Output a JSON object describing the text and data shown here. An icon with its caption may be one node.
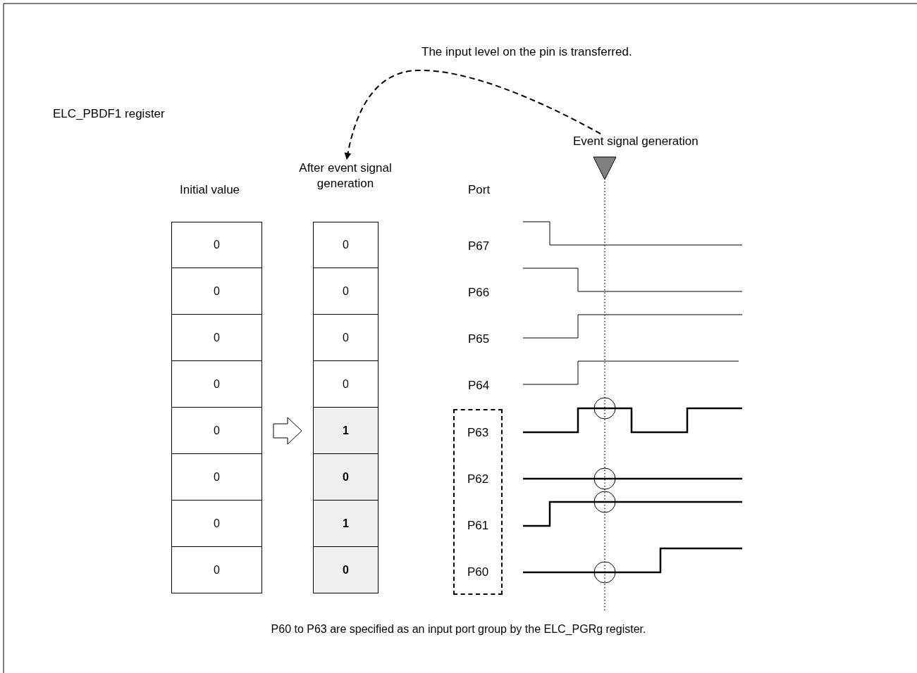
{
  "diagram": {
    "caption": "P60 to P63 are specified as an input port group by the ELC_PGRg register.",
    "nodes": [
      {
        "text": [
          "0"
        ]
      },
      {
        "text": [
          "0"
        ]
      },
      {
        "text": [
          "0"
        ]
      },
      {
        "text": [
          "0"
        ]
      },
      {
        "text": [
          "0"
        ]
      },
      {
        "text": [
          "0"
        ]
      },
      {
        "text": [
          "0"
        ]
      },
      {
        "text": [
          "0"
        ]
      },
      {
        "text": [
          "0"
        ]
      },
      {
        "text": [
          "0"
        ]
      },
      {
        "text": [
          "0"
        ]
      },
      {
        "text": [
          "0"
        ]
      },
      {
        "text": [
          "1"
        ]
      },
      {
        "text": [
          "0"
        ]
      },
      {
        "text": [
          "1"
        ]
      },
      {
        "text": [
          "0"
        ]
      },
      {
        "text": [
          "P63",
          "P62",
          "P61",
          "P60"
        ]
      },
      {
        "text": [
          "Event signal generation"
        ]
      },
      {
        "text": [
          "After event signal generation"
        ]
      }
    ],
    "edges": [
      {
        "from": 4,
        "to": 12,
        "arrow": "to"
      },
      {
        "from": 17,
        "to": 18,
        "arrow": "to",
        "style": "dashed",
        "label": "The input level on the pin is transferred."
      }
    ],
    "labels": [
      "ELC_PBDF1 register",
      "Initial value",
      "Port",
      "P67",
      "P66",
      "P65",
      "P64"
    ]
  }
}
